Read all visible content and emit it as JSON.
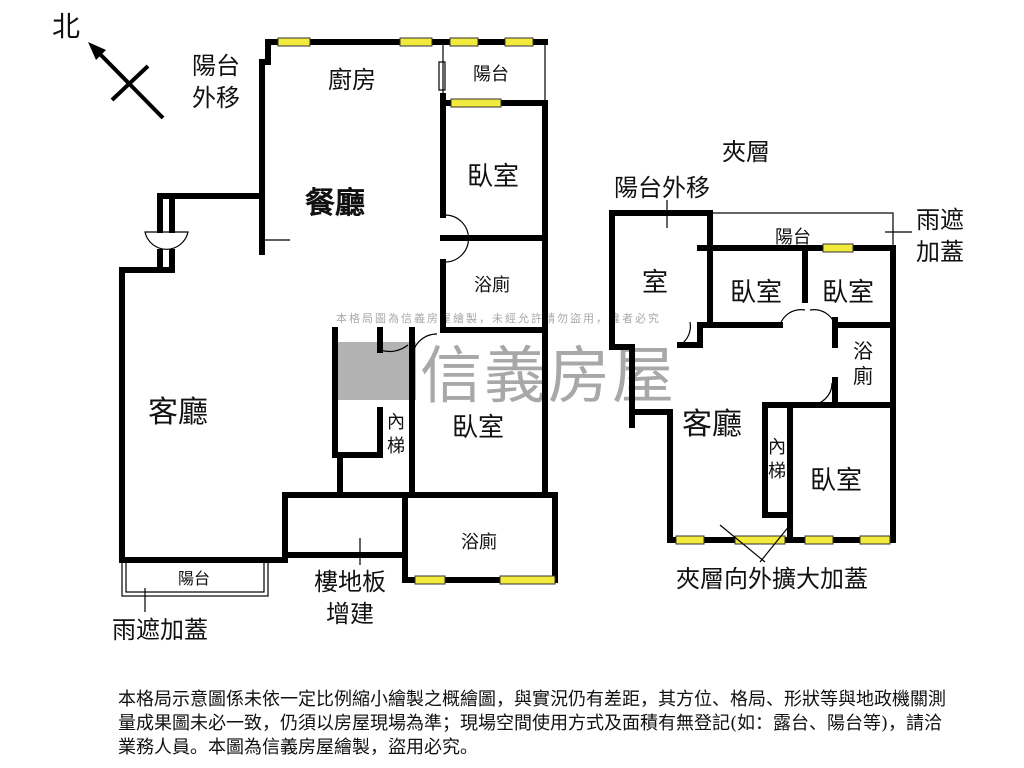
{
  "compass": {
    "north_label": "北"
  },
  "watermark": {
    "brand": "信義房屋",
    "notice": "本格局圖為信義房屋繪製，未經允許請勿盜用，違者必究"
  },
  "main_floor": {
    "rooms": {
      "kitchen": "廚房",
      "dining": "餐廳",
      "living": "客廳",
      "balcony_top": "陽台",
      "bedroom_top": "臥室",
      "bath_top": "浴廁",
      "bedroom_mid": "臥室",
      "bath_bottom": "浴廁",
      "balcony_bottom": "陽台",
      "stair": [
        "內",
        "梯"
      ]
    },
    "notes": {
      "balcony_moved_out": [
        "陽台",
        "外移"
      ],
      "rain_cover": "雨遮加蓋",
      "floor_slab": [
        "樓地板",
        "增建"
      ]
    }
  },
  "mezzanine": {
    "title": "夾層",
    "rooms": {
      "room": "室",
      "balcony": "陽台",
      "bedroom_a": "臥室",
      "bedroom_b": "臥室",
      "bath": [
        "浴",
        "廁"
      ],
      "living": "客廳",
      "stair": [
        "內",
        "梯"
      ],
      "bedroom_c": "臥室"
    },
    "notes": {
      "balcony_moved_out": "陽台外移",
      "rain_cover": [
        "雨遮",
        "加蓋"
      ],
      "expansion": "夾層向外擴大加蓋"
    }
  },
  "disclaimer": "本格局示意圖係未依一定比例縮小繪製之概繪圖，與實況仍有差距，其方位、格局、形狀等與地政機關測量成果圖未必一致，仍須以房屋現場為準；現場空間使用方式及面積有無登記(如：露台、陽台等)，請洽業務人員。本圖為信義房屋繪製，盜用必究。",
  "colors": {
    "window": "#f2ea3c",
    "wall": "#000000",
    "watermark": "#9a9a9a"
  }
}
